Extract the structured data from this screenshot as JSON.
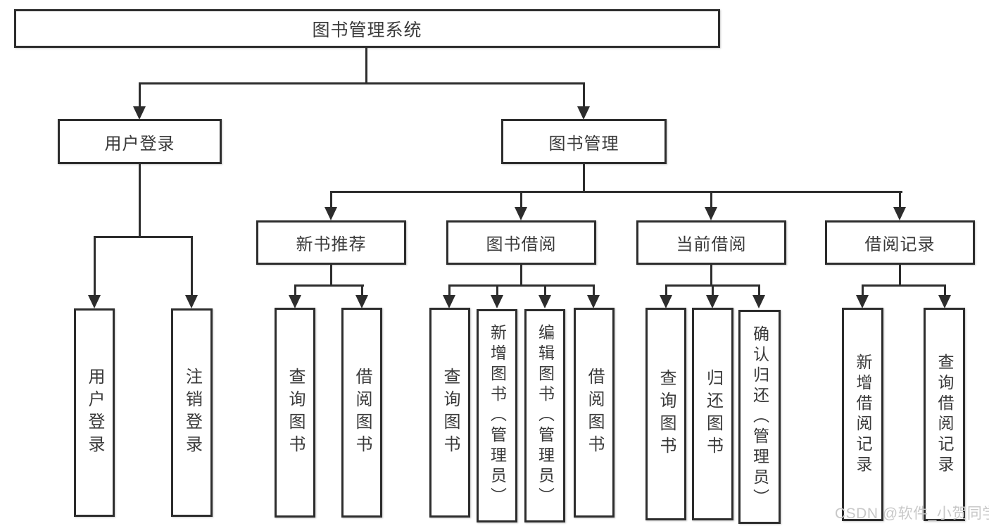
{
  "diagram_title": "图书管理系统",
  "tree": {
    "label": "图书管理系统",
    "children": [
      {
        "label": "用户登录",
        "children": [
          {
            "label": "用户登录"
          },
          {
            "label": "注销登录"
          }
        ]
      },
      {
        "label": "图书管理",
        "children": [
          {
            "label": "新书推荐",
            "children": [
              {
                "label": "查询图书"
              },
              {
                "label": "借阅图书"
              }
            ]
          },
          {
            "label": "图书借阅",
            "children": [
              {
                "label": "查询图书"
              },
              {
                "label": "新增图书（管理员）"
              },
              {
                "label": "编辑图书（管理员）"
              },
              {
                "label": "借阅图书"
              }
            ]
          },
          {
            "label": "当前借阅",
            "children": [
              {
                "label": "查询图书"
              },
              {
                "label": "归还图书"
              },
              {
                "label": "确认归还（管理员）"
              }
            ]
          },
          {
            "label": "借阅记录",
            "children": [
              {
                "label": "新增借阅记录"
              },
              {
                "label": "查询借阅记录"
              }
            ]
          }
        ]
      }
    ]
  },
  "watermark": {
    "text": "CSDN @软件_小贺同学",
    "color": "#c8c8c8"
  },
  "colors": {
    "line": "#2d2d2d",
    "text": "#3a3a3a",
    "background": "#ffffff"
  }
}
